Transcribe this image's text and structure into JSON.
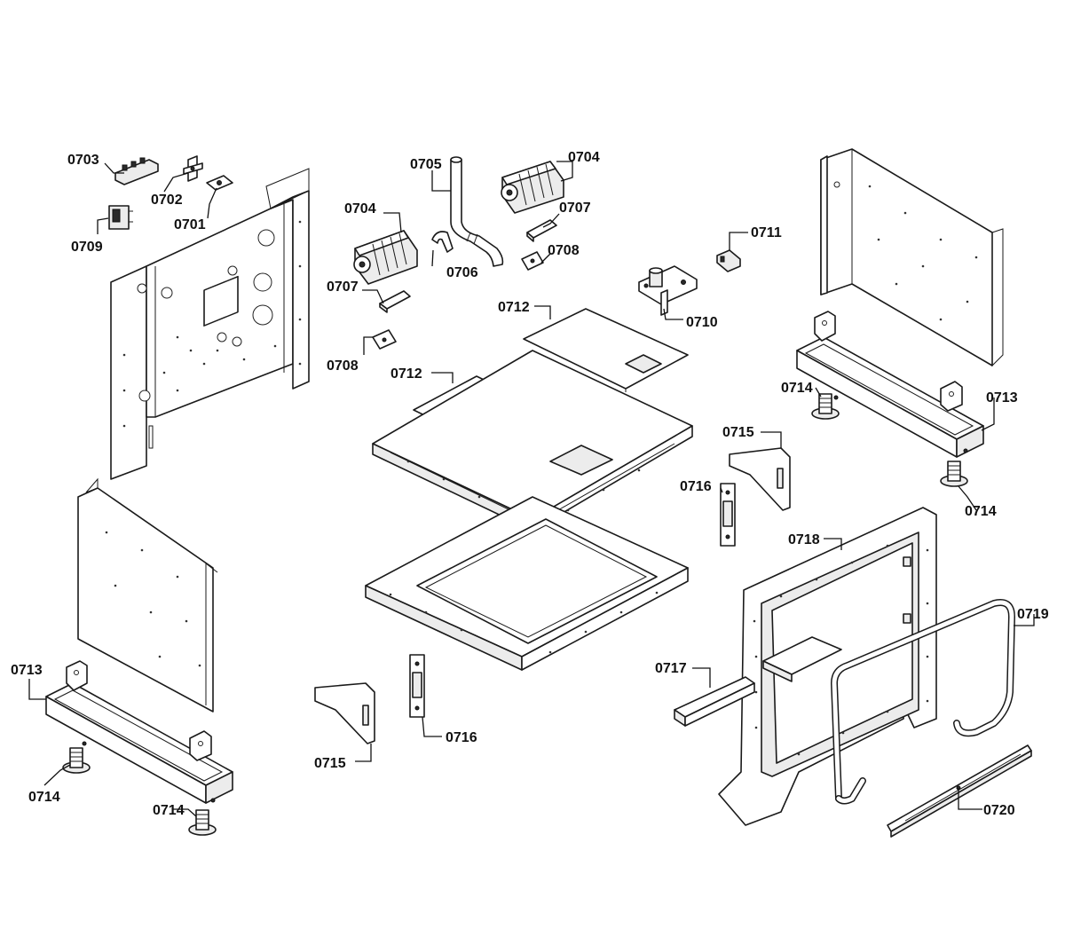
{
  "callouts": [
    {
      "id": "c0703a",
      "label": "0703"
    },
    {
      "id": "c0702",
      "label": "0702"
    },
    {
      "id": "c0701",
      "label": "0701"
    },
    {
      "id": "c0709",
      "label": "0709"
    },
    {
      "id": "c0705",
      "label": "0705"
    },
    {
      "id": "c0704a",
      "label": "0704"
    },
    {
      "id": "c0704b",
      "label": "0704"
    },
    {
      "id": "c0707a",
      "label": "0707"
    },
    {
      "id": "c0707b",
      "label": "0707"
    },
    {
      "id": "c0706",
      "label": "0706"
    },
    {
      "id": "c0708a",
      "label": "0708"
    },
    {
      "id": "c0708b",
      "label": "0708"
    },
    {
      "id": "c0711",
      "label": "0711"
    },
    {
      "id": "c0710",
      "label": "0710"
    },
    {
      "id": "c0712a",
      "label": "0712"
    },
    {
      "id": "c0712b",
      "label": "0712"
    },
    {
      "id": "c0714a",
      "label": "0714"
    },
    {
      "id": "c0713a",
      "label": "0713"
    },
    {
      "id": "c0714b",
      "label": "0714"
    },
    {
      "id": "c0715a",
      "label": "0715"
    },
    {
      "id": "c0716a",
      "label": "0716"
    },
    {
      "id": "c0718",
      "label": "0718"
    },
    {
      "id": "c0719",
      "label": "0719"
    },
    {
      "id": "c0717",
      "label": "0717"
    },
    {
      "id": "c0713b",
      "label": "0713"
    },
    {
      "id": "c0714c",
      "label": "0714"
    },
    {
      "id": "c0714d",
      "label": "0714"
    },
    {
      "id": "c0715b",
      "label": "0715"
    },
    {
      "id": "c0716b",
      "label": "0716"
    },
    {
      "id": "c0720",
      "label": "0720"
    }
  ]
}
